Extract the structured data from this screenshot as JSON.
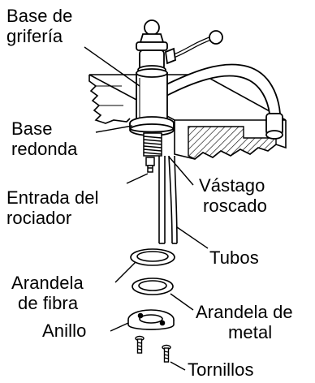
{
  "diagram": {
    "labels": {
      "base_griferia_1": "Base de",
      "base_griferia_2": "grifería",
      "base_redonda_1": "Base",
      "base_redonda_2": "redonda",
      "entrada_1": "Entrada del",
      "entrada_2": "rociador",
      "vastago_1": "Vástago",
      "vastago_2": "roscado",
      "tubos": "Tubos",
      "arandela_fibra_1": "Arandela",
      "arandela_fibra_2": "de fibra",
      "arandela_metal_1": "Arandela de",
      "arandela_metal_2": "metal",
      "anillo": "Anillo",
      "tornillos": "Tornillos"
    }
  }
}
